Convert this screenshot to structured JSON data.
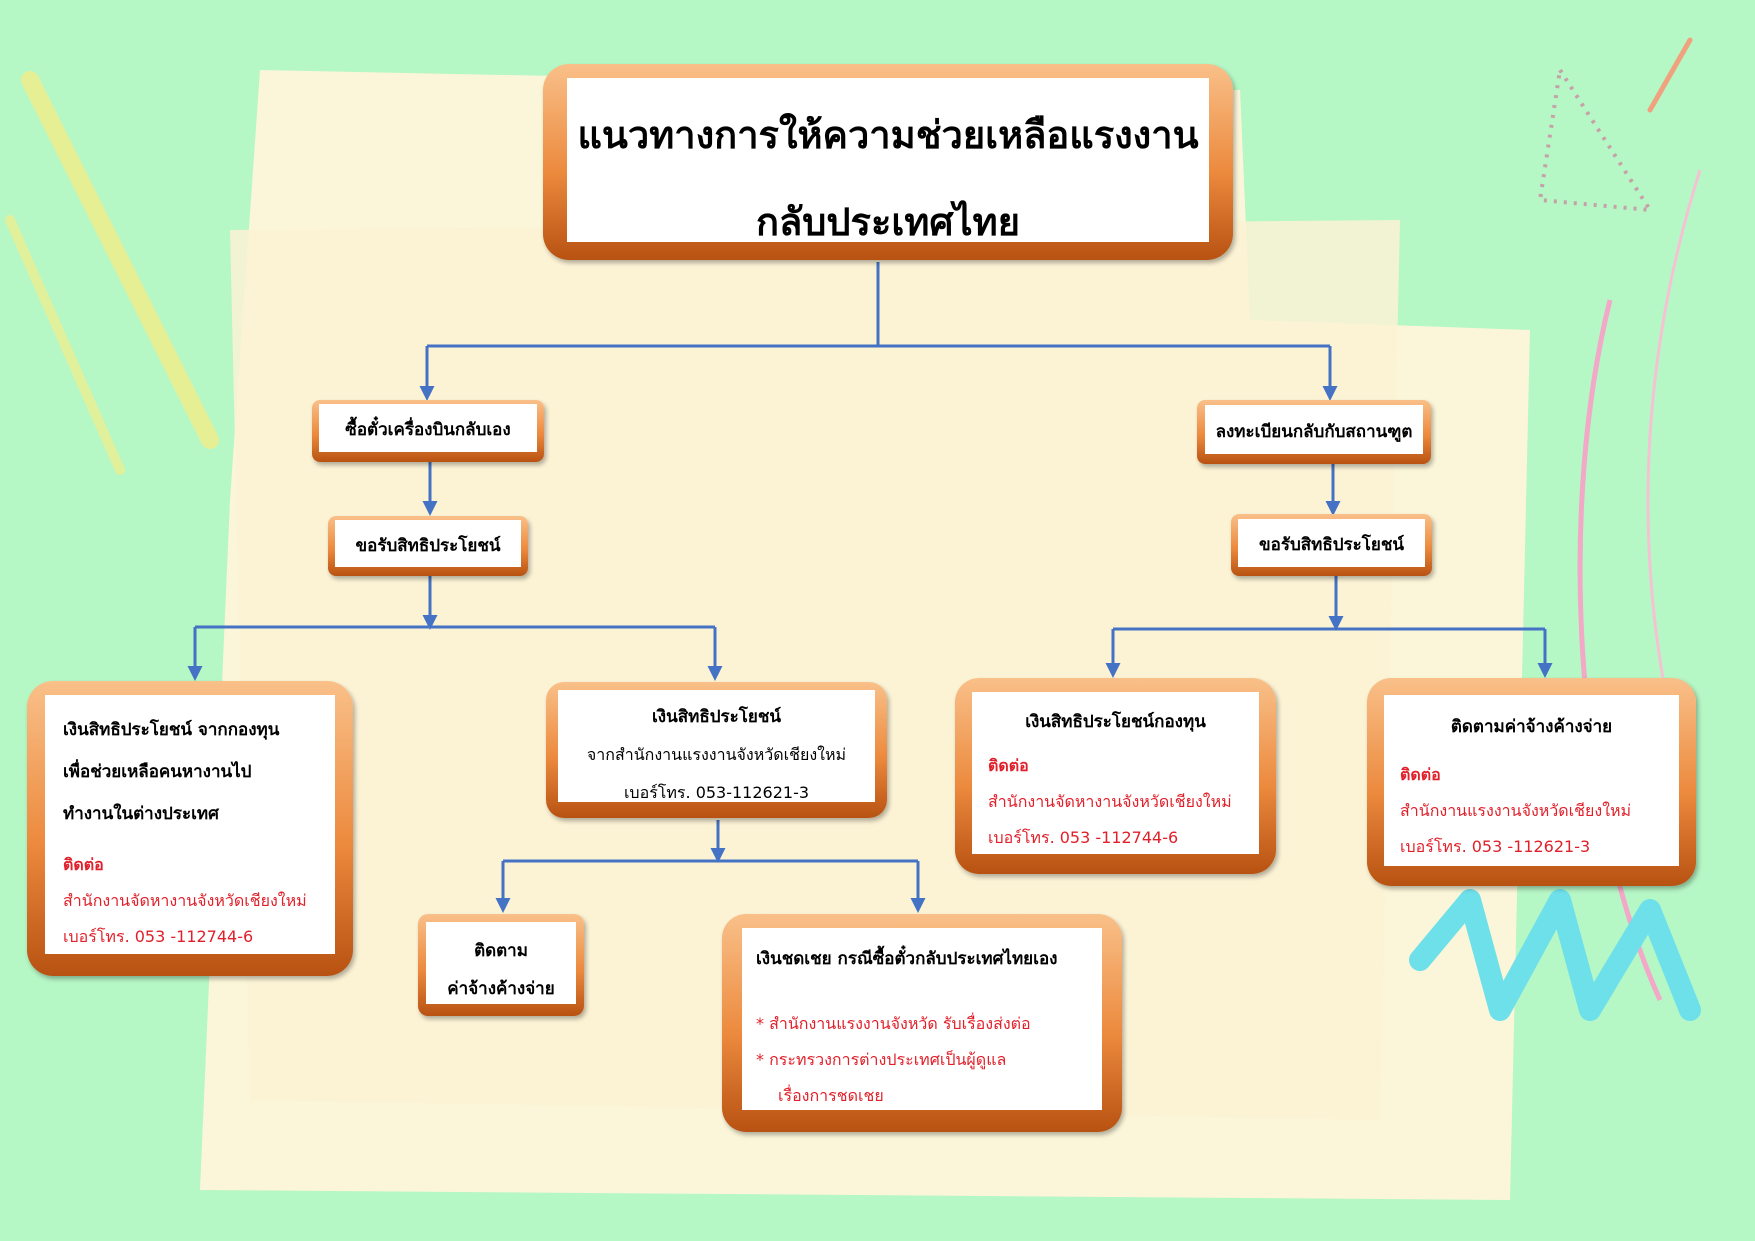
{
  "title": {
    "line1": "แนวทางการให้ความช่วยเหลือแรงงาน",
    "line2": "กลับประเทศไทย"
  },
  "left_branch": {
    "step1": "ซื้อตั๋วเครื่องบินกลับเอง",
    "step2": "ขอรับสิทธิประโยชน์",
    "fund_box": {
      "line1": "เงินสิทธิประโยชน์ จากกองทุน",
      "line2": "เพื่อช่วยเหลือคนหางานไป",
      "line3": "ทำงานในต่างประเทศ",
      "contact_label": "ติดต่อ",
      "office": "สำนักงานจัดหางานจังหวัดเชียงใหม่",
      "phone": "เบอร์โทร. 053 -112744-6"
    },
    "labor_office_box": {
      "line1": "เงินสิทธิประโยชน์",
      "line2": "จากสำนักงานแรงงานจังหวัดเชียงใหม่",
      "phone": "เบอร์โทร. 053-112621-3"
    },
    "follow_box": {
      "line1": "ติดตาม",
      "line2": "ค่าจ้างค้างจ่าย"
    },
    "compensation_box": {
      "title": "เงินชดเชย กรณีซื้อตั๋วกลับประเทศไทยเอง",
      "item1": "* สำนักงานแรงงานจังหวัด รับเรื่องส่งต่อ",
      "item2": "* กระทรวงการต่างประเทศเป็นผู้ดูแล",
      "item2_cont": "เรื่องการชดเชย"
    }
  },
  "right_branch": {
    "step1": "ลงทะเบียนกลับกับสถานฑูต",
    "step2": "ขอรับสิทธิประโยชน์",
    "fund_box": {
      "title": "เงินสิทธิประโยชน์กองทุน",
      "contact_label": "ติดต่อ",
      "office": "สำนักงานจัดหางานจังหวัดเชียงใหม่",
      "phone": "เบอร์โทร. 053 -112744-6"
    },
    "wage_box": {
      "title": "ติดตามค่าจ้างค้างจ่าย",
      "contact_label": "ติดต่อ",
      "office": "สำนักงานแรงงานจังหวัดเชียงใหม่",
      "phone": "เบอร์โทร. 053 -112621-3"
    }
  },
  "colors": {
    "background": "#b6f7c6",
    "paper": "#fbf6d9",
    "box_orange": "#ec8a3e",
    "arrow": "#4472c4",
    "contact_red": "#e0202a"
  }
}
